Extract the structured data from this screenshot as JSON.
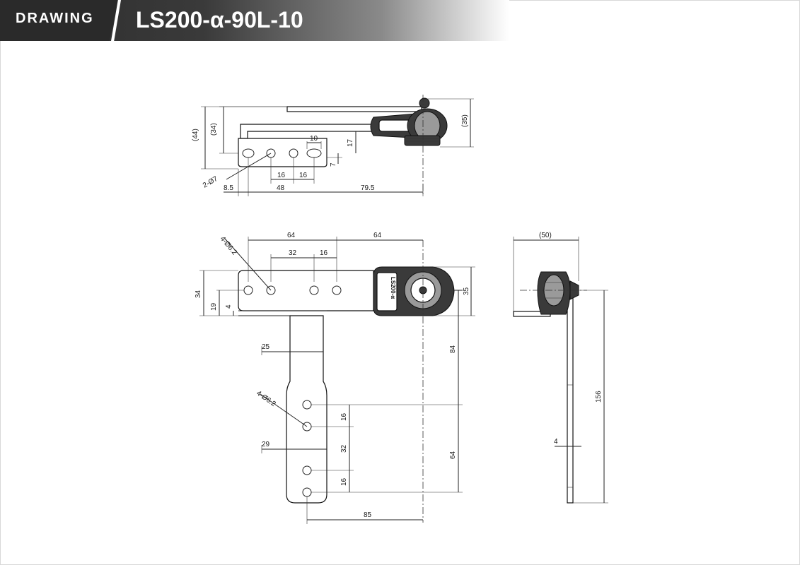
{
  "header": {
    "badge": "DRAWING",
    "title": "LS200-α-90L-10"
  },
  "dimensions": {
    "top": {
      "d44": "(44)",
      "d34": "(34)",
      "d10": "10",
      "d17": "17",
      "d7": "7",
      "d35": "(35)",
      "hole2": "2-Ø7",
      "d16a": "16",
      "d16b": "16",
      "d85": "8.5",
      "d48": "48",
      "d795": "79.5"
    },
    "front": {
      "holes4a": "4-Ø6.2",
      "d64a": "64",
      "d64b": "64",
      "d32": "32",
      "d16": "16",
      "d34": "34",
      "d19": "19",
      "d4": "4",
      "d35": "35",
      "d25": "25",
      "d84": "84",
      "holes4b": "4-Ø6.2",
      "d16c": "16",
      "d29": "29",
      "d32b": "32",
      "d64c": "64",
      "d16d": "16",
      "d85": "85"
    },
    "side": {
      "d50": "(50)",
      "d156": "156",
      "d4": "4"
    }
  },
  "product_label": "LS200-α"
}
